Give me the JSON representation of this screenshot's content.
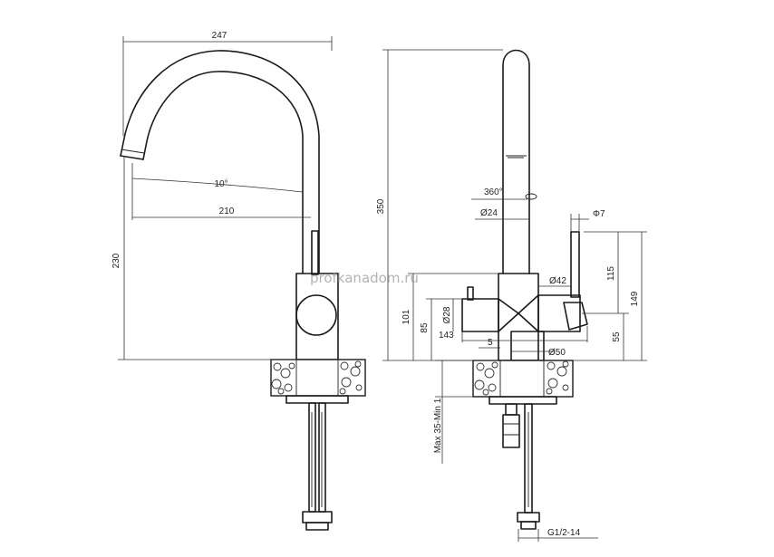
{
  "watermark": "profkanadom.ru",
  "side_view": {
    "dim_width": "247",
    "dim_angle": "10°",
    "dim_reach": "210",
    "dim_height": "230"
  },
  "front_view": {
    "dim_total_height": "350",
    "dim_rotation": "360°",
    "dim_spout_diameter": "Ø24",
    "dim_lever_diameter": "Φ7",
    "dim_body_diameter": "Ø42",
    "dim_handle_diameter": "Ø28",
    "dim_lever_height": "115",
    "dim_lever_total": "149",
    "dim_body_height": "101",
    "dim_handle_height": "85",
    "dim_handle_length": "143",
    "dim_gap": "5",
    "dim_base_diameter": "Ø50",
    "dim_base_height": "55",
    "dim_mount": "Max 35-Min 1",
    "dim_thread": "G1/2-14"
  }
}
